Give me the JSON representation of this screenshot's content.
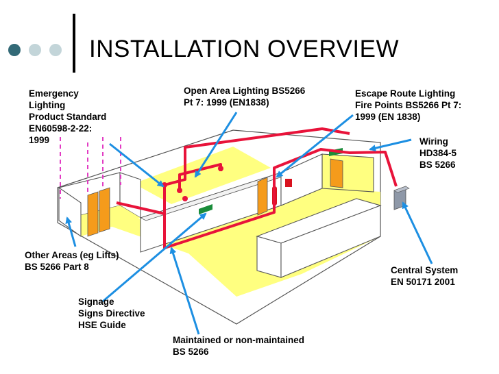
{
  "title": "INSTALLATION OVERVIEW",
  "colors": {
    "floor": "#ffff80",
    "wall": "#ffffff",
    "wall_outline": "#555555",
    "door": "#f59b1b",
    "wiring": "#e8133a",
    "arrow": "#1d8fe2",
    "sign": "#1a8c3a",
    "bullet_dark": "#336a77",
    "bullet_light": "#c3d5d9",
    "dashed_marker": "#e23cc3"
  },
  "labels": {
    "emergency": [
      "Emergency",
      "Lighting",
      "Product Standard",
      "EN60598-2-22:",
      "1999"
    ],
    "open_area": [
      "Open Area Lighting BS5266",
      "Pt 7:  1999 (EN1838)"
    ],
    "escape": [
      "Escape Route Lighting",
      "Fire Points BS5266 Pt 7:",
      "1999 (EN 1838)"
    ],
    "wiring": [
      "Wiring",
      "HD384-5",
      "BS 5266"
    ],
    "other_areas": [
      "Other Areas (eg Lifts)",
      "BS 5266 Part 8"
    ],
    "central": [
      "Central System",
      "EN 50171 2001"
    ],
    "signage": [
      "Signage",
      "Signs Directive",
      "HSE Guide"
    ],
    "maintained": [
      "Maintained or non-maintained",
      "BS 5266"
    ]
  }
}
